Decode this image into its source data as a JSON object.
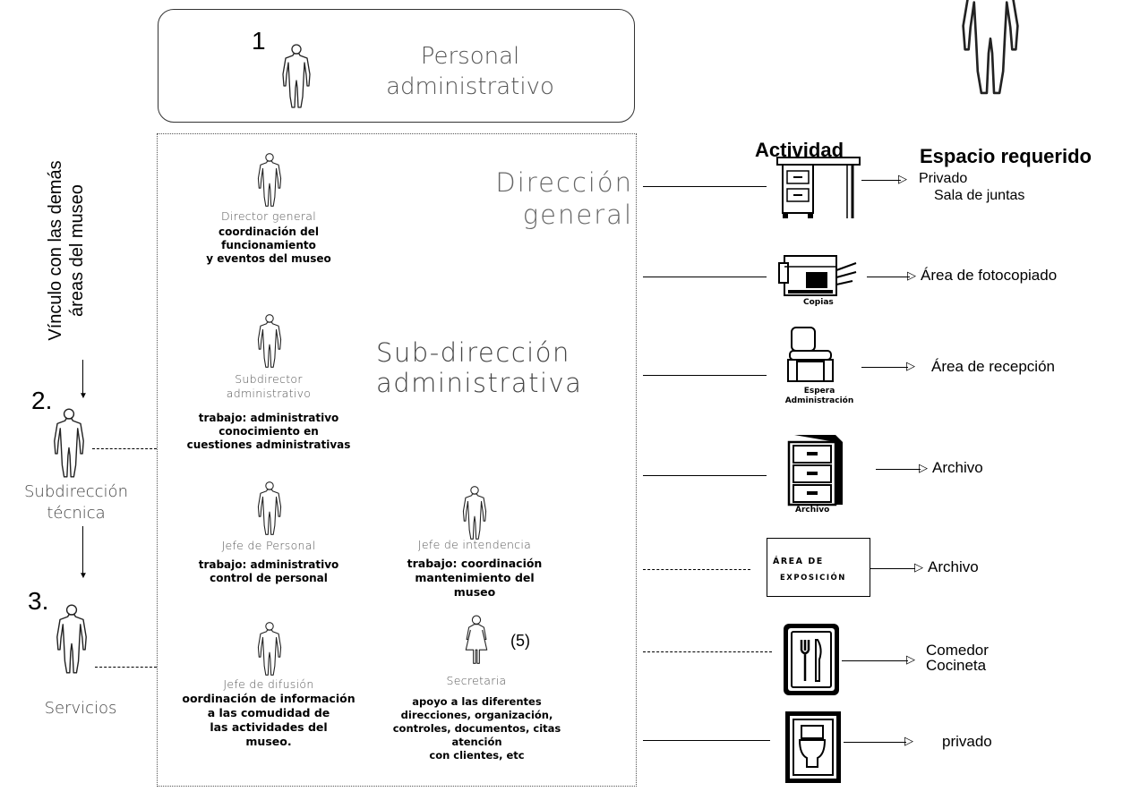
{
  "header": {
    "number": "1",
    "title_line1": "Personal",
    "title_line2": "administrativo"
  },
  "column_headers": {
    "activity": "Actividad",
    "space": "Espacio requerido"
  },
  "vertical_label": {
    "line1": "Vínculo con las demás",
    "line2": "áreas del museo"
  },
  "left_nodes": [
    {
      "number": "2.",
      "label_line1": "Subdirección",
      "label_line2": "técnica"
    },
    {
      "number": "3.",
      "label_line1": "Servicios",
      "label_line2": ""
    }
  ],
  "departments": {
    "direccion": {
      "line1": "Dirección",
      "line2": "general"
    },
    "subdireccion": {
      "line1": "Sub-dirección",
      "line2": "administrativa"
    }
  },
  "roles": [
    {
      "title": "Director general",
      "desc": [
        "coordinación del",
        "funcionamiento",
        "y eventos del museo"
      ]
    },
    {
      "title": "Subdirector",
      "title2": "administrativo",
      "desc": [
        "trabajo: administrativo",
        "conocimiento en",
        "cuestiones administrativas"
      ]
    },
    {
      "title": "Jefe de Personal",
      "desc": [
        "trabajo: administrativo",
        "control de personal"
      ]
    },
    {
      "title": "Jefe de intendencia",
      "desc": [
        "trabajo: coordinación",
        "mantenimiento del",
        "museo"
      ]
    },
    {
      "title": "Jefe de difusión",
      "desc": [
        "oordinación de información",
        "a las comudidad de",
        "las actividades del",
        "museo."
      ]
    },
    {
      "title": "Secretaria",
      "count": "(5)",
      "desc": [
        "apoyo a las diferentes",
        "direcciones, organización,",
        "controles, documentos, citas",
        "atención",
        "con clientes, etc"
      ]
    }
  ],
  "activities": [
    {
      "icon": "desk-icon",
      "caption": "",
      "space_line1": "Privado",
      "space_line2": "Sala de juntas"
    },
    {
      "icon": "copier-icon",
      "caption": "Copias",
      "space_line1": "Área de fotocopiado",
      "space_line2": ""
    },
    {
      "icon": "waiting-chair-icon",
      "caption": "Espera",
      "caption2": "Administración",
      "space_line1": "Área de recepción",
      "space_line2": ""
    },
    {
      "icon": "file-cabinet-icon",
      "caption": "Archivo",
      "space_line1": "Archivo",
      "space_line2": ""
    },
    {
      "icon": "exhibit-sign-icon",
      "caption": "ÁREA DE",
      "caption2": "EXPOSICIÓN",
      "space_line1": "Archivo",
      "space_line2": ""
    },
    {
      "icon": "dining-icon",
      "caption": "",
      "space_line1": "Comedor",
      "space_line2": "Cocineta"
    },
    {
      "icon": "toilet-icon",
      "caption": "",
      "space_line1": "privado",
      "space_line2": ""
    }
  ]
}
